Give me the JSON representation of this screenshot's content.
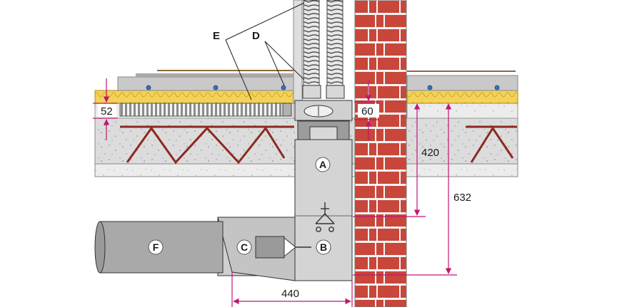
{
  "callouts": {
    "A": "A",
    "B": "B",
    "C": "C",
    "D": "D",
    "E": "E",
    "F": "F"
  },
  "dimensions": {
    "d52": "52",
    "d60": "60",
    "d420": "420",
    "d632": "632",
    "d440": "440"
  },
  "colors": {
    "dimension_line": "#c0186f",
    "brick": "#c8463a",
    "insulation": "#f2d25a",
    "concrete": "#dcdcdc",
    "duct": "#b8b8b8",
    "truss": "#8b2a22"
  }
}
